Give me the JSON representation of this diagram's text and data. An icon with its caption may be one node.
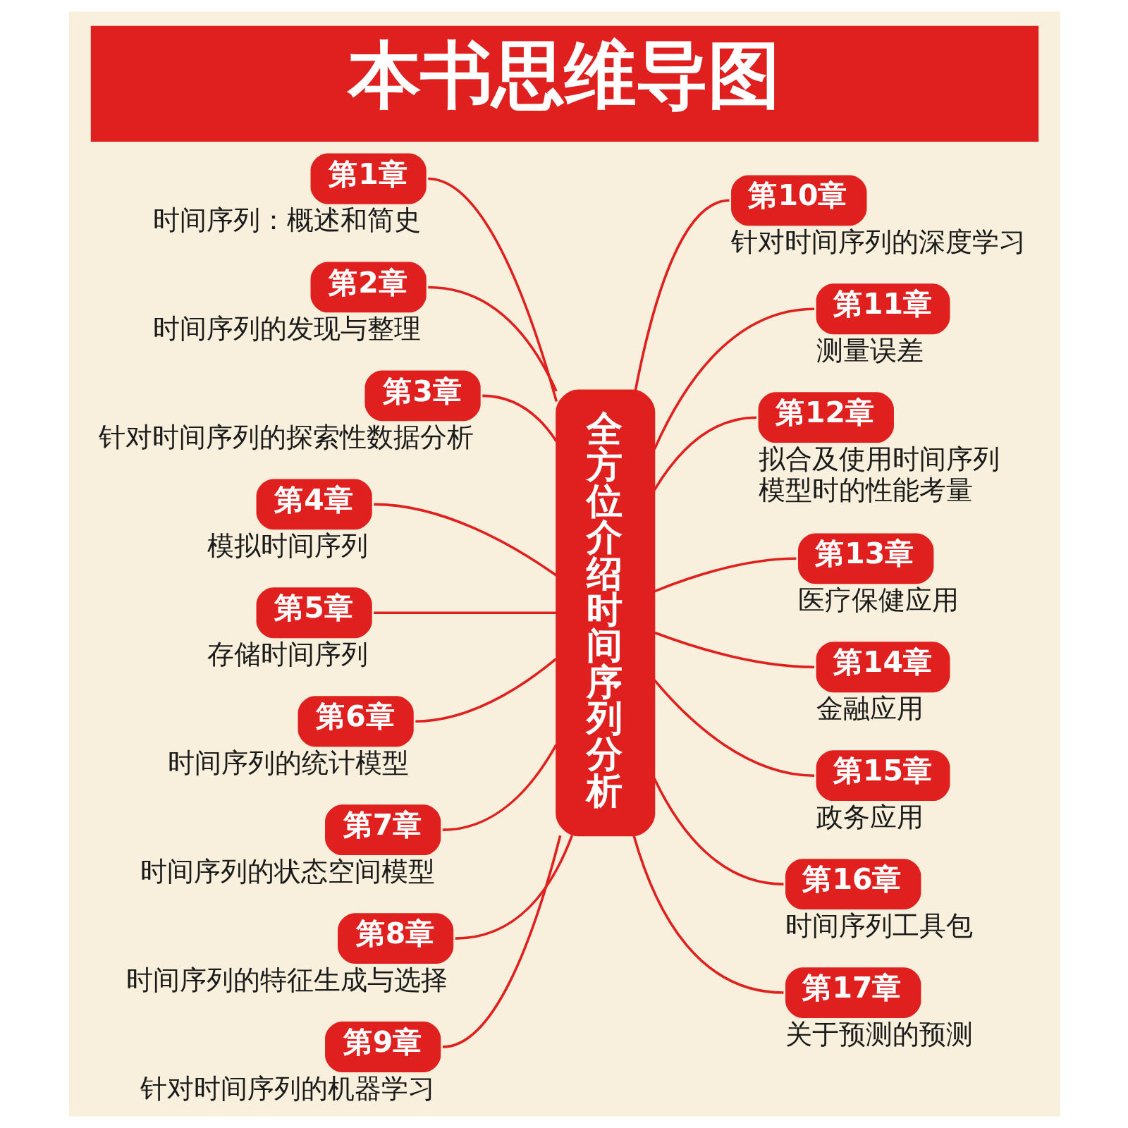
{
  "diagram": {
    "title": "本书思维导图",
    "nodes": [
      {
        "text": [
          "全方位介绍时间序列分析"
        ]
      },
      {
        "text": [
          "第1章"
        ],
        "beside": [
          "时间序列：概述和简史"
        ]
      },
      {
        "text": [
          "第2章"
        ],
        "beside": [
          "时间序列的发现与整理"
        ]
      },
      {
        "text": [
          "第3章"
        ],
        "beside": [
          "针对时间序列的探索性数据分析"
        ]
      },
      {
        "text": [
          "第4章"
        ],
        "beside": [
          "模拟时间序列"
        ]
      },
      {
        "text": [
          "第5章"
        ],
        "beside": [
          "存储时间序列"
        ]
      },
      {
        "text": [
          "第6章"
        ],
        "beside": [
          "时间序列的统计模型"
        ]
      },
      {
        "text": [
          "第7章"
        ],
        "beside": [
          "时间序列的状态空间模型"
        ]
      },
      {
        "text": [
          "第8章"
        ],
        "beside": [
          "时间序列的特征生成与选择"
        ]
      },
      {
        "text": [
          "第9章"
        ],
        "beside": [
          "针对时间序列的机器学习"
        ]
      },
      {
        "text": [
          "第10章"
        ],
        "beside": [
          "针对时间序列的深度学习"
        ]
      },
      {
        "text": [
          "第11章"
        ],
        "beside": [
          "测量误差"
        ]
      },
      {
        "text": [
          "第12章"
        ],
        "beside": [
          "拟合及使用时间序列模型时的性能考量"
        ]
      },
      {
        "text": [
          "第13章"
        ],
        "beside": [
          "医疗保健应用"
        ]
      },
      {
        "text": [
          "第14章"
        ],
        "beside": [
          "金融应用"
        ]
      },
      {
        "text": [
          "第15章"
        ],
        "beside": [
          "政务应用"
        ]
      },
      {
        "text": [
          "第16章"
        ],
        "beside": [
          "时间序列工具包"
        ]
      },
      {
        "text": [
          "第17章"
        ],
        "beside": [
          "关于预测的预测"
        ]
      }
    ],
    "edges": [
      {
        "from": 1,
        "to": 0,
        "arrow": "none"
      },
      {
        "from": 2,
        "to": 0,
        "arrow": "none"
      },
      {
        "from": 3,
        "to": 0,
        "arrow": "none"
      },
      {
        "from": 4,
        "to": 0,
        "arrow": "none"
      },
      {
        "from": 5,
        "to": 0,
        "arrow": "none"
      },
      {
        "from": 6,
        "to": 0,
        "arrow": "none"
      },
      {
        "from": 7,
        "to": 0,
        "arrow": "none"
      },
      {
        "from": 8,
        "to": 0,
        "arrow": "none"
      },
      {
        "from": 9,
        "to": 0,
        "arrow": "none"
      },
      {
        "from": 0,
        "to": 10,
        "arrow": "none"
      },
      {
        "from": 0,
        "to": 11,
        "arrow": "none"
      },
      {
        "from": 0,
        "to": 12,
        "arrow": "none"
      },
      {
        "from": 0,
        "to": 13,
        "arrow": "none"
      },
      {
        "from": 0,
        "to": 14,
        "arrow": "none"
      },
      {
        "from": 0,
        "to": 15,
        "arrow": "none"
      },
      {
        "from": 0,
        "to": 16,
        "arrow": "none"
      },
      {
        "from": 0,
        "to": 17,
        "arrow": "none"
      }
    ]
  }
}
